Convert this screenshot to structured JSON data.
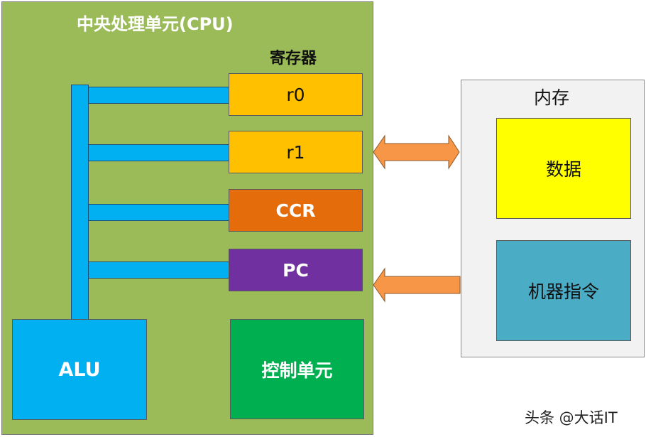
{
  "cpu": {
    "title": "中央处理单元(CPU)",
    "registers_title": "寄存器",
    "registers": [
      {
        "label": "r0"
      },
      {
        "label": "r1"
      },
      {
        "label": "CCR"
      },
      {
        "label": "PC"
      }
    ],
    "alu_label": "ALU",
    "control_unit_label": "控制单元"
  },
  "memory": {
    "title": "内存",
    "data_label": "数据",
    "instructions_label": "机器指令"
  },
  "watermark": "头条 @大话IT",
  "colors": {
    "cpu_bg": "#9BBB59",
    "register_yellow": "#FFC000",
    "ccr": "#E46C0A",
    "pc": "#7030A0",
    "bus": "#00B0F0",
    "alu": "#00B0F0",
    "control_unit": "#00B050",
    "memory_bg": "#F2F2F2",
    "data": "#FFFF00",
    "instructions": "#4BACC6",
    "arrow": "#F79646"
  }
}
